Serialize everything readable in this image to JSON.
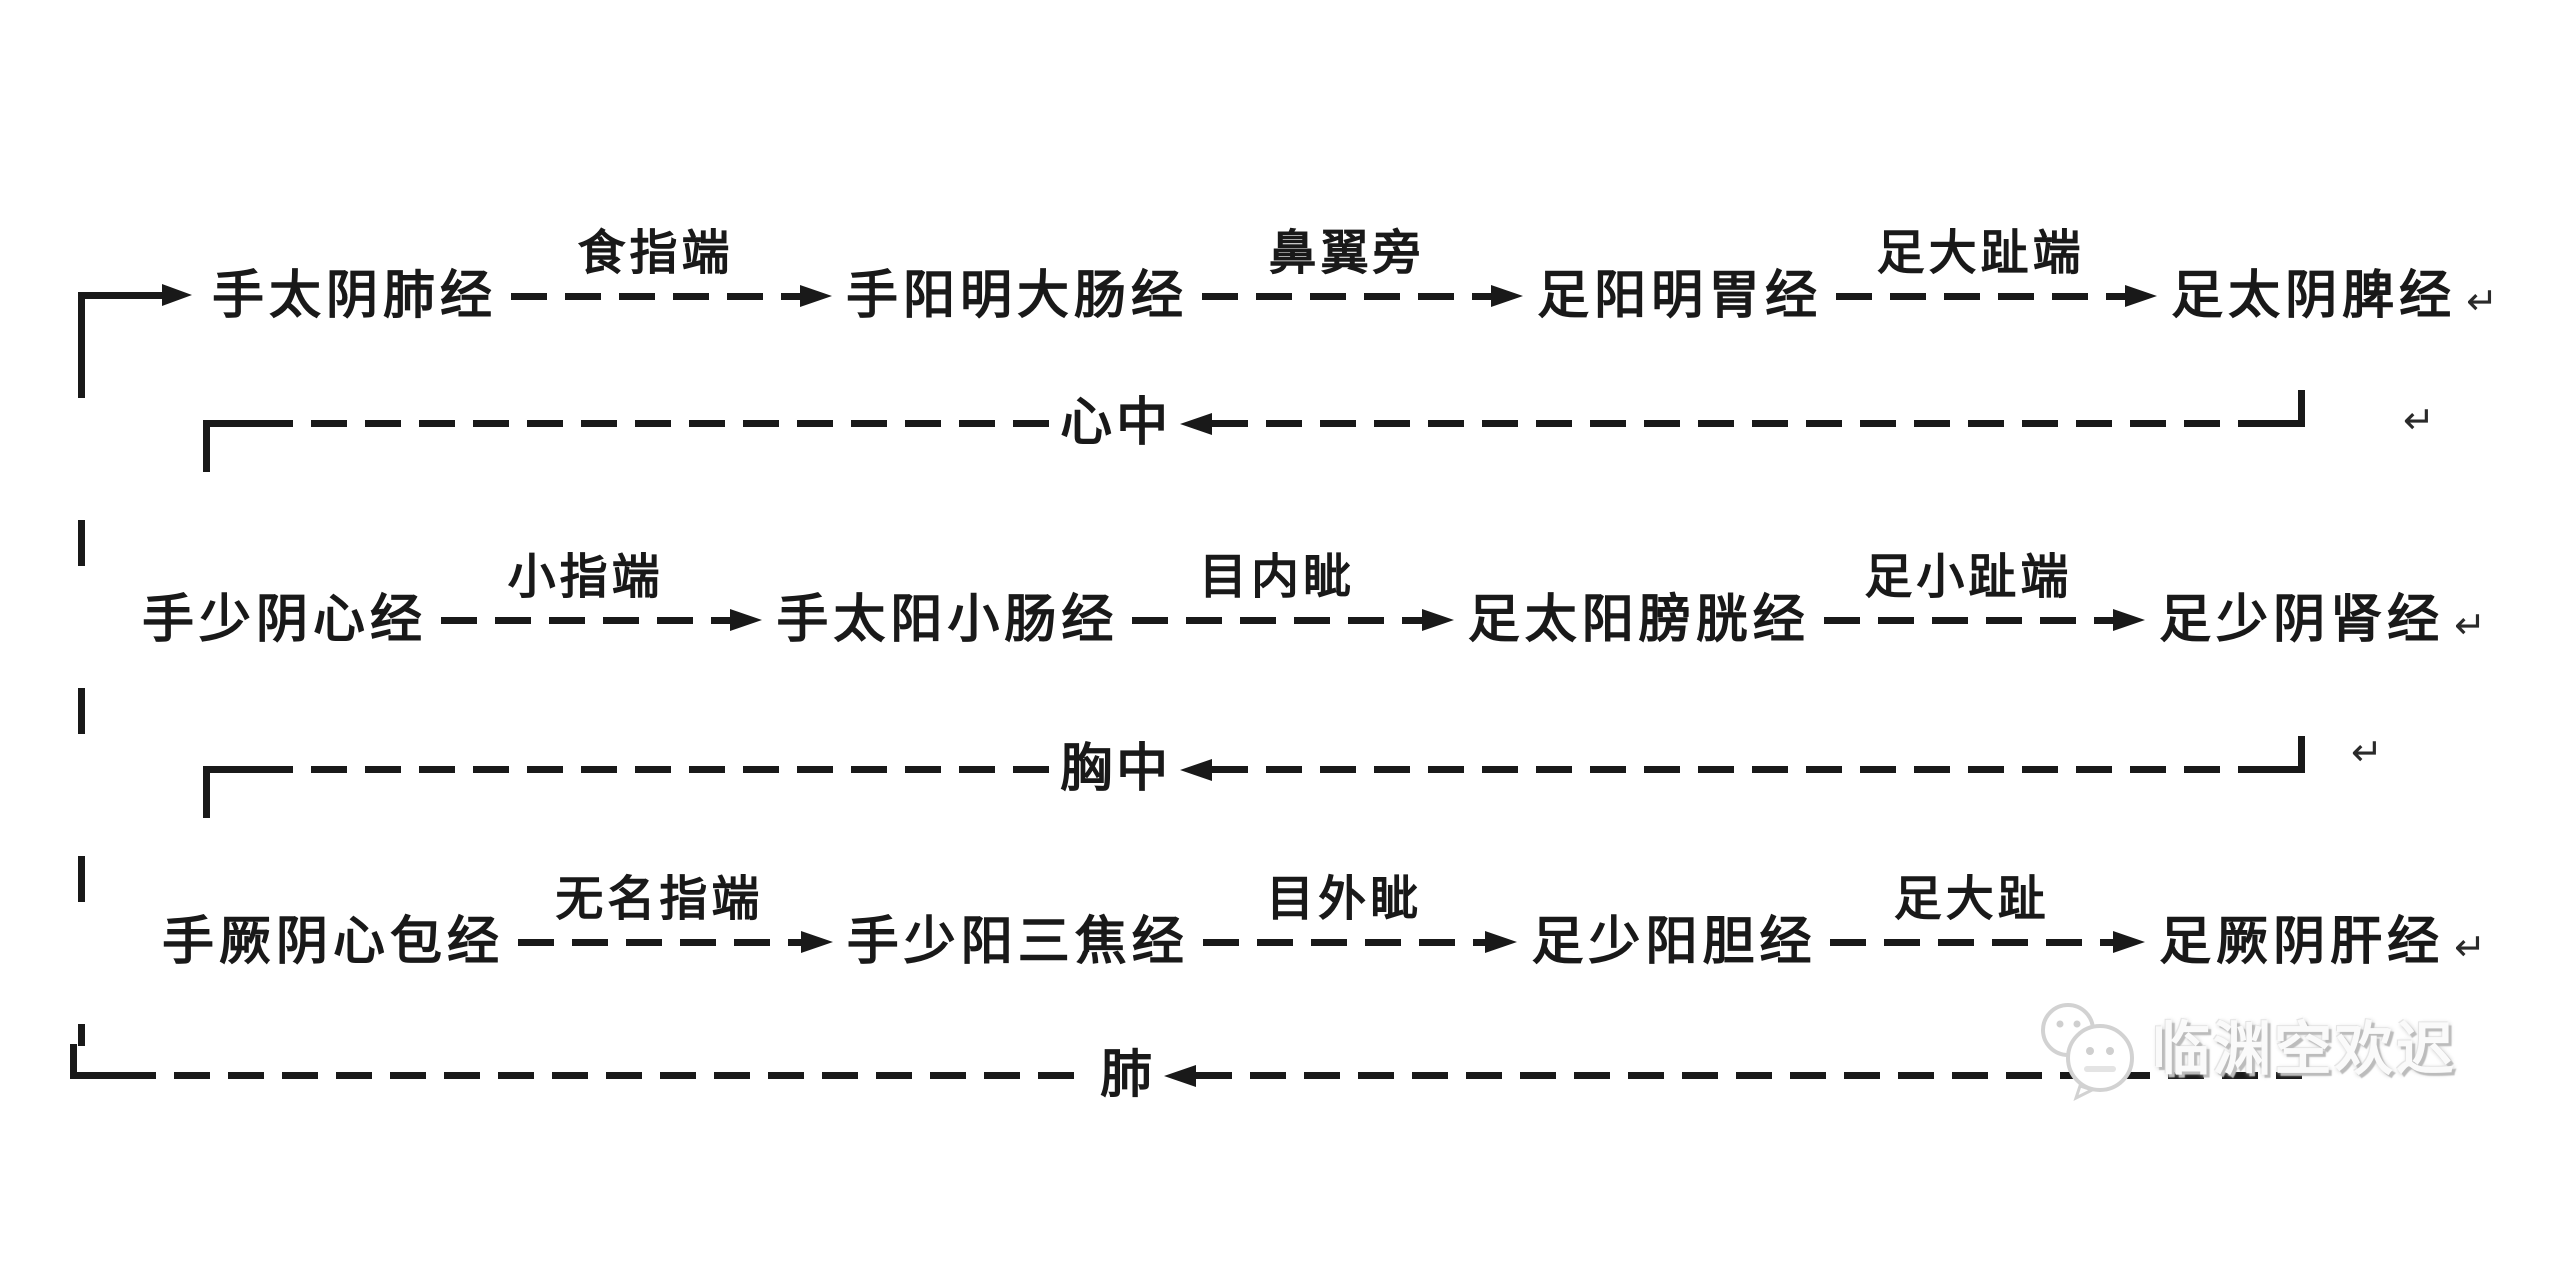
{
  "flow": {
    "rows": [
      {
        "nodes": [
          "手太阴肺经",
          "手阳明大肠经",
          "足阳明胃经",
          "足太阴脾经"
        ],
        "labels": [
          "食指端",
          "鼻翼旁",
          "足大趾端"
        ]
      },
      {
        "nodes": [
          "手少阴心经",
          "手太阳小肠经",
          "足太阳膀胱经",
          "足少阴肾经"
        ],
        "labels": [
          "小指端",
          "目内眦",
          "足小趾端"
        ]
      },
      {
        "nodes": [
          "手厥阴心包经",
          "手少阳三焦经",
          "足少阳胆经",
          "足厥阴肝经"
        ],
        "labels": [
          "无名指端",
          "目外眦",
          "足大趾"
        ]
      }
    ],
    "returns": [
      {
        "text": "心中"
      },
      {
        "text": "胸中"
      },
      {
        "text": "肺"
      }
    ]
  },
  "marks": {
    "return": "↵"
  },
  "watermark": {
    "text": "临渊空欢迟",
    "icon": "wechat-face-icon"
  },
  "colors": {
    "line": "#191919",
    "text": "#191919",
    "watermark": "#fafafa",
    "background": "#ffffff"
  }
}
